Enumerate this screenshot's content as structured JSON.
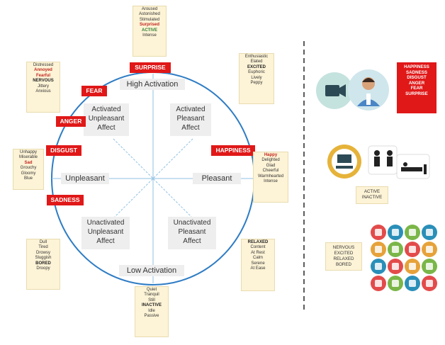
{
  "axes": {
    "high": "High Activation",
    "low": "Low Activation",
    "pleasant": "Pleasant",
    "unpleasant": "Unpleasant"
  },
  "quadrants": {
    "tl": [
      "Activated",
      "Unpleasant",
      "Affect"
    ],
    "tr": [
      "Activated",
      "Pleasant",
      "Affect"
    ],
    "bl": [
      "Unactivated",
      "Unpleasant",
      "Affect"
    ],
    "br": [
      "Unactivated",
      "Pleasant",
      "Affect"
    ]
  },
  "emotion_tags": {
    "surprise": "SURPRISE",
    "fear": "FEAR",
    "anger": "ANGER",
    "disgust": "DISGUST",
    "sadness": "SADNESS",
    "happiness": "HAPPINESS"
  },
  "word_lists": {
    "top": [
      "Aroused",
      "Astonished",
      "Stimulated",
      "Surprised",
      "ACTIVE",
      "Intense"
    ],
    "top_left": [
      "Distressed",
      "Annoyed",
      "Fearful",
      "NERVOUS",
      "Jittery",
      "Anxious"
    ],
    "top_right": [
      "Enthusiastic",
      "Elated",
      "EXCITED",
      "Euphoric",
      "Lively",
      "Peppy"
    ],
    "left": [
      "Unhappy",
      "Miserable",
      "Sad",
      "Grouchy",
      "Gloomy",
      "Blue"
    ],
    "right": [
      "Happy",
      "Delighted",
      "Glad",
      "Cheerful",
      "Warmhearted",
      "Intense"
    ],
    "bottom_left": [
      "Dull",
      "Tired",
      "Drowsy",
      "Sluggish",
      "BORED",
      "Droopy"
    ],
    "bottom_right": [
      "RELAXED",
      "Content",
      "At Rest",
      "Calm",
      "Serene",
      "At Ease"
    ],
    "bottom": [
      "Quiet",
      "Tranquil",
      "Still",
      "INACTIVE",
      "Idle",
      "Passive"
    ]
  },
  "right_panel": {
    "emotion_list": [
      "HAPPINESS",
      "SADNESS",
      "DISGUST",
      "ANGER",
      "FEAR",
      "SURPRISE"
    ],
    "activity_list": [
      "ACTIVE",
      "INACTIVE"
    ],
    "mood_list": [
      "NERVOUS",
      "EXCITED",
      "RELAXED",
      "BORED"
    ]
  },
  "colors": {
    "circle": "#2e7cc4",
    "tag_red": "#e01818",
    "list_bg": "#fdf3d6",
    "divider": "#333333",
    "icon_bg": "#c5e3de",
    "icon_ring": "#e6b33a"
  }
}
